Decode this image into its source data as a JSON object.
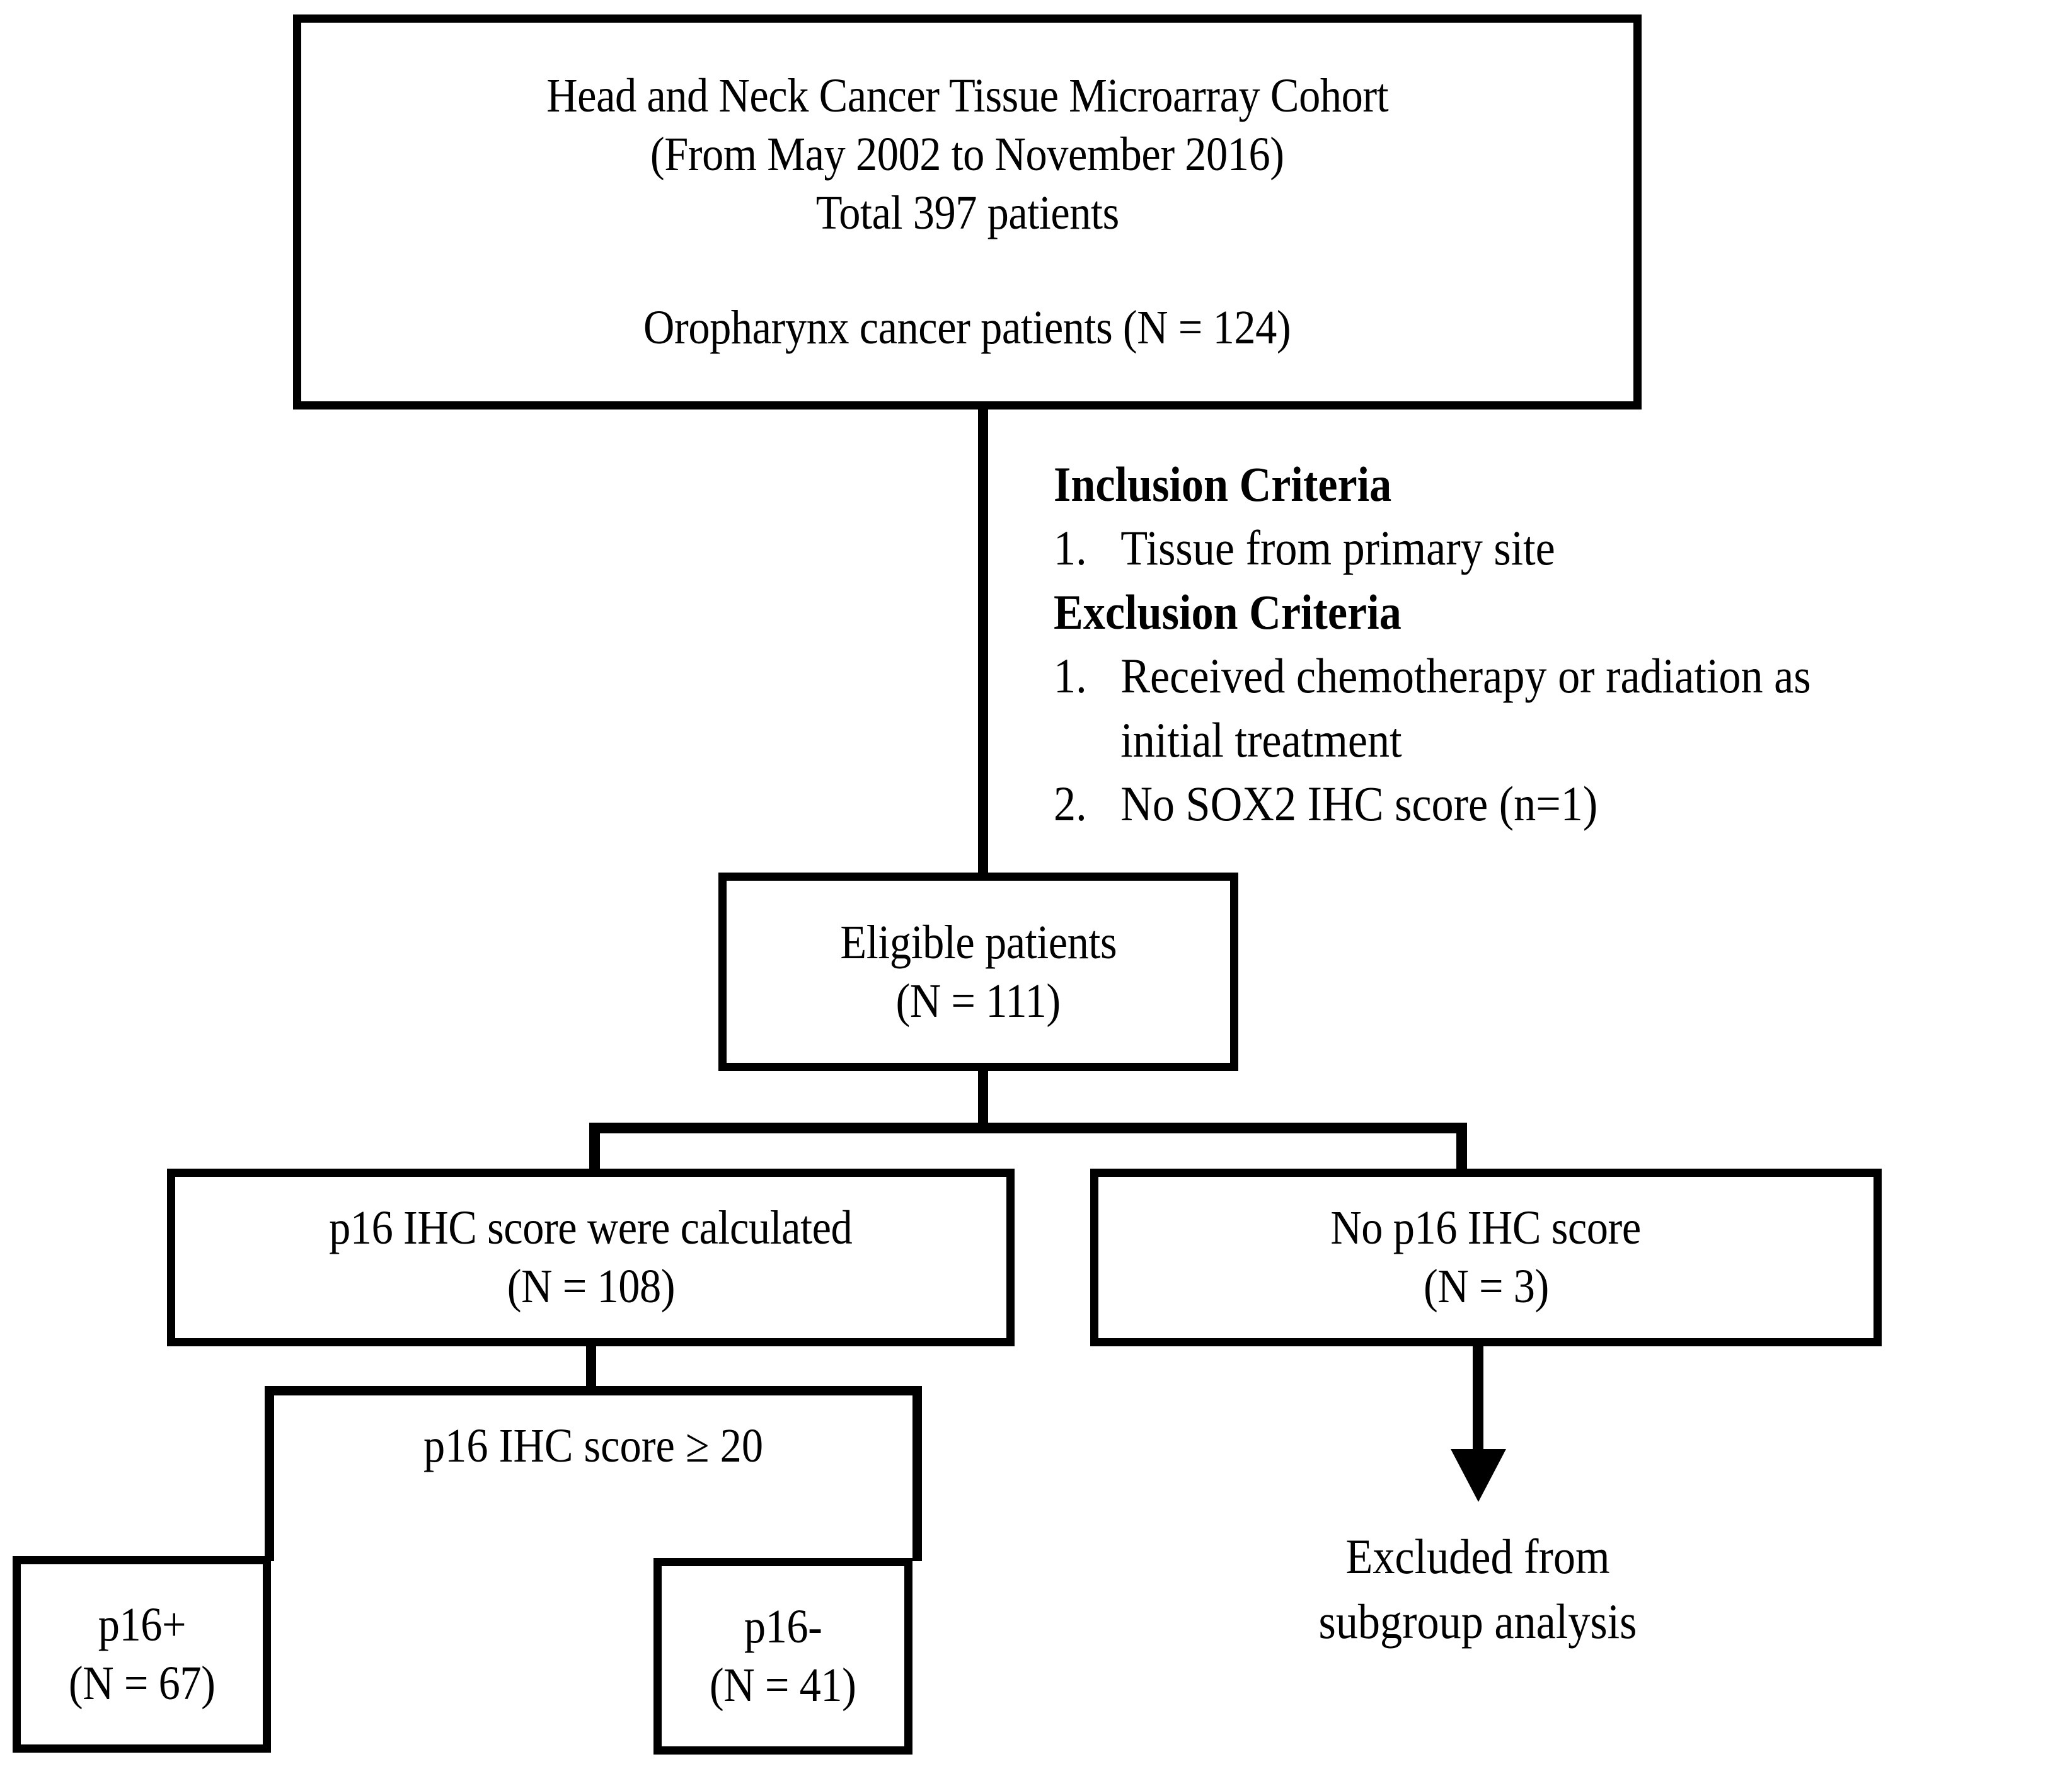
{
  "figure": {
    "type": "study-flow-diagram",
    "title": "Head and Neck Cancer Tissue Microarray Cohort patient selection flowchart",
    "line_color": "#000000",
    "background_color": "#ffffff"
  },
  "cohort_box": {
    "lines": [
      "Head and Neck Cancer Tissue Microarray Cohort",
      "(From May 2002 to November 2016)",
      "Total 397 patients"
    ],
    "subset_line": "Oropharynx cancer patients  (N = 124)"
  },
  "criteria": {
    "inclusion_heading": "Inclusion Criteria",
    "inclusion_items": [
      {
        "num": "1.",
        "text": "Tissue from primary site"
      }
    ],
    "exclusion_heading": "Exclusion Criteria",
    "exclusion_items": [
      {
        "num": "1.",
        "text": "Received chemotherapy or radiation as",
        "text2": "initial treatment"
      },
      {
        "num": "2.",
        "text": "No SOX2 IHC score (n=1)",
        "text2": ""
      }
    ]
  },
  "eligible_box": {
    "line1": "Eligible patients",
    "line2": "(N = 111)"
  },
  "p16_calculated_box": {
    "line1": "p16 IHC score were calculated",
    "line2": "(N = 108)"
  },
  "no_p16_box": {
    "line1": "No p16 IHC score",
    "line2": "(N = 3)"
  },
  "threshold_bracket": {
    "label": "p16 IHC score ≥ 20"
  },
  "p16_positive_box": {
    "line1": "p16+",
    "line2": "(N = 67)"
  },
  "p16_negative_box": {
    "line1": "p16-",
    "line2": "(N = 41)"
  },
  "excluded_note": {
    "line1": "Excluded from",
    "line2": "subgroup analysis"
  }
}
